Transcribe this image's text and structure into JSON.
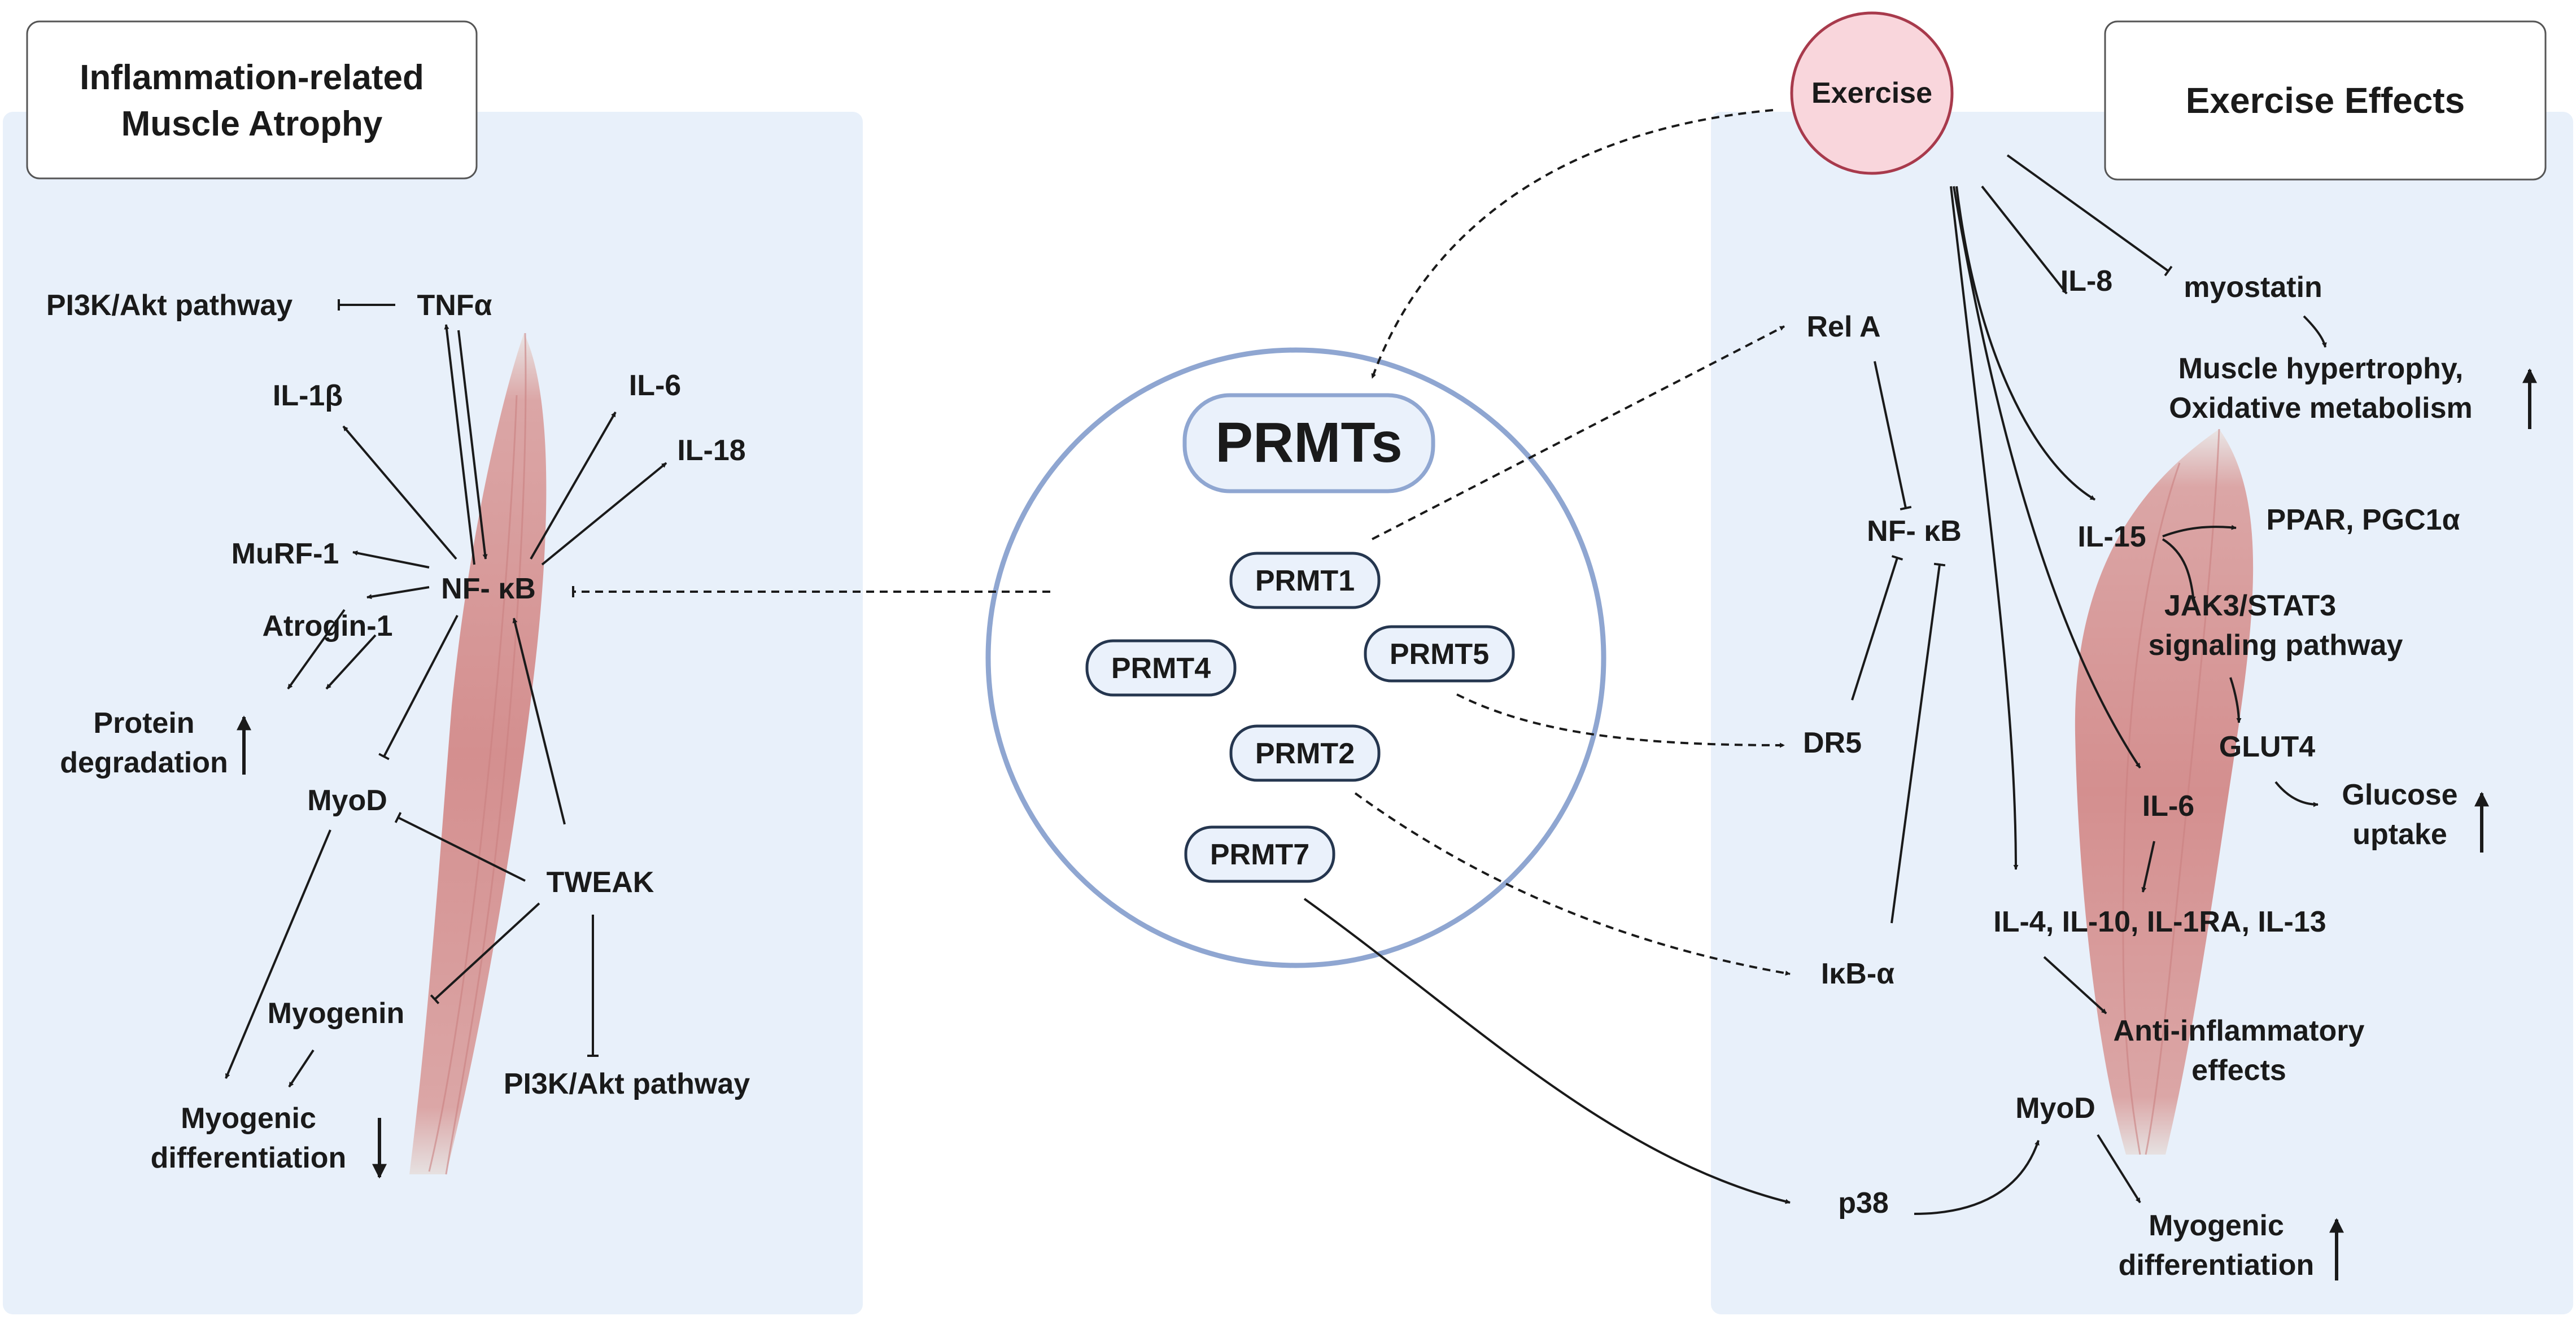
{
  "left_panel": {
    "title_line1": "Inflammation-related",
    "title_line2": "Muscle Atrophy",
    "labels": {
      "pi3k_top": "PI3K/Akt pathway",
      "tnfa": "TNFα",
      "il1b": "IL-1β",
      "il6": "IL-6",
      "il18": "IL-18",
      "murf1": "MuRF-1",
      "nfkb": "NF- κB",
      "atrogin1": "Atrogin-1",
      "protein_deg_1": "Protein",
      "protein_deg_2": "degradation",
      "myod": "MyoD",
      "tweak": "TWEAK",
      "myogenin": "Myogenin",
      "pi3k_bottom": "PI3K/Akt pathway",
      "myogenic_1": "Myogenic",
      "myogenic_2": "differentiation"
    }
  },
  "center": {
    "title": "PRMTs",
    "prmts": [
      "PRMT1",
      "PRMT4",
      "PRMT5",
      "PRMT2",
      "PRMT7"
    ]
  },
  "right_panel": {
    "exercise": "Exercise",
    "title": "Exercise Effects",
    "labels": {
      "rela": "Rel A",
      "nfkb": "NF- κB",
      "dr5": "DR5",
      "ikba": "IκB-α",
      "p38": "p38",
      "il8": "IL-8",
      "myostatin": "myostatin",
      "hypertrophy_1": "Muscle hypertrophy,",
      "hypertrophy_2": "Oxidative metabolism",
      "il15": "IL-15",
      "ppar": "PPAR,  PGC1α",
      "jak_1": "JAK3/STAT3",
      "jak_2": "signaling pathway",
      "glut4": "GLUT4",
      "glucose_1": "Glucose",
      "glucose_2": "uptake",
      "il6": "IL-6",
      "ils": "IL-4, IL-10, IL-1RA, IL-13",
      "antiinf_1": "Anti-inflammatory",
      "antiinf_2": "effects",
      "myod": "MyoD",
      "myogenic_1": "Myogenic",
      "myogenic_2": "differentiation"
    }
  },
  "colors": {
    "panel_bg": "#e8f0fa",
    "circle_stroke": "#8fa6d1",
    "pill_fill": "#eaf1fb",
    "pill_stroke": "#25364f",
    "exercise_fill": "#f9d6dc",
    "exercise_stroke": "#a83a4c",
    "muscle": "#d99a9a"
  }
}
